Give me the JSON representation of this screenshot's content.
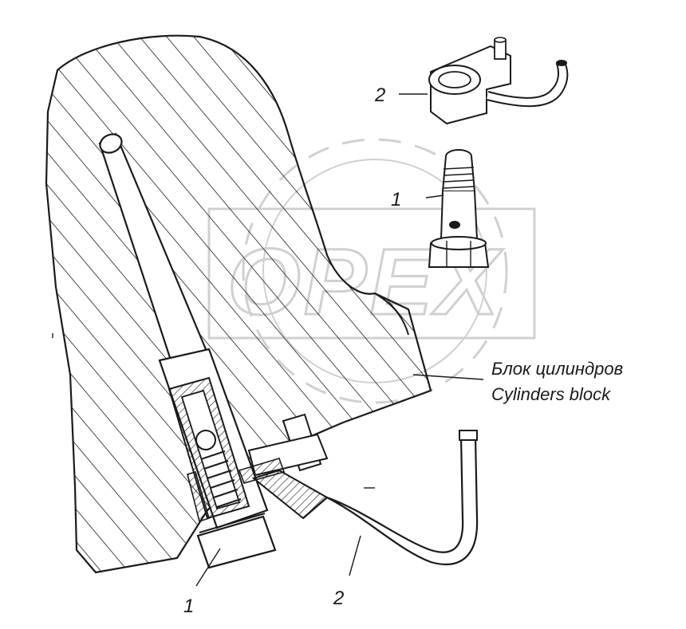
{
  "watermark": {
    "text": "OPEX"
  },
  "labels": {
    "block_ru": "Блок цилиндров",
    "block_en": "Cylinders block"
  },
  "callouts": {
    "detail_part_1": "1",
    "detail_part_2": "2",
    "section_part_1": "1",
    "section_part_2": "2"
  },
  "colors": {
    "line": "#1a1a1a",
    "watermark": "#d0d0d0",
    "fill": "#ffffff"
  }
}
